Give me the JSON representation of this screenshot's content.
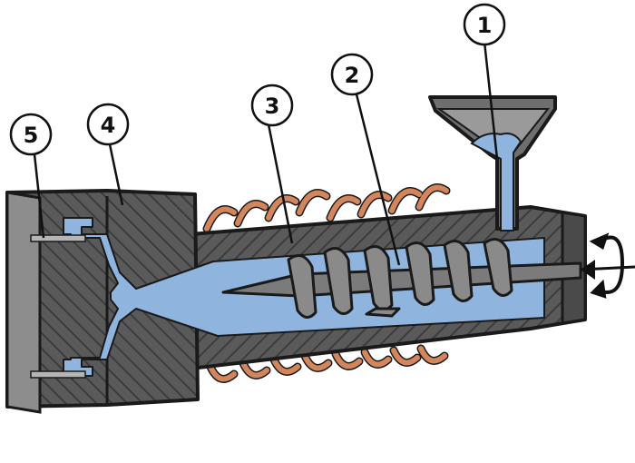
{
  "callouts": [
    {
      "label": "1",
      "part": "hopper"
    },
    {
      "label": "2",
      "part": "screw"
    },
    {
      "label": "3",
      "part": "barrel-heater"
    },
    {
      "label": "4",
      "part": "mold-half-moving"
    },
    {
      "label": "5",
      "part": "ejector-pins"
    }
  ],
  "colors": {
    "steel_dark": "#555555",
    "steel_face": "#5e5e5e",
    "mold_light": "#8d8d8d",
    "melt_blue": "#8fb5de",
    "heater_copper": "#d3865c",
    "screw_grey": "#7b7b7b",
    "outline": "#1a1a1a"
  },
  "icons": [
    "rotation-arrow-icon",
    "drive-direction-arrow-icon"
  ]
}
